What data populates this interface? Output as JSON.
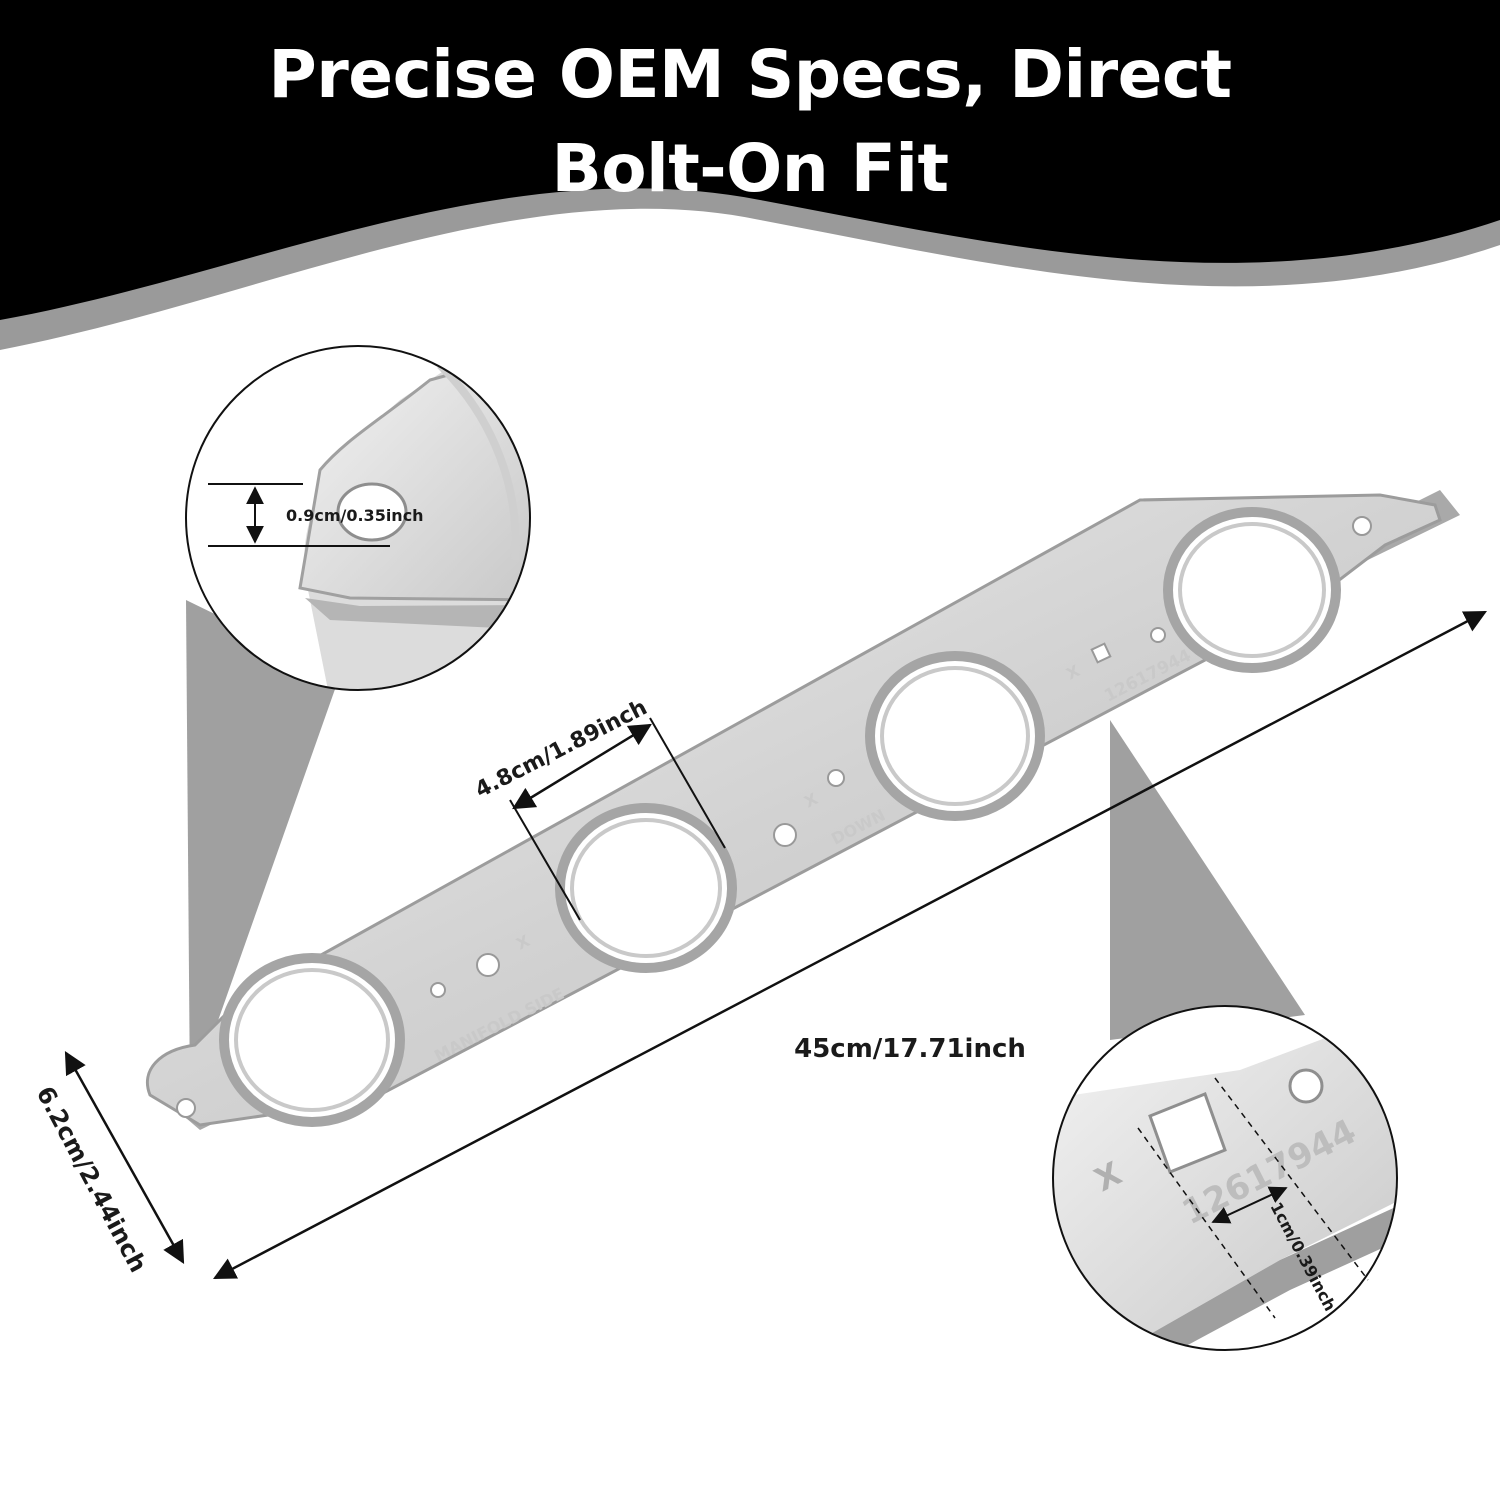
{
  "header": {
    "title_line1": "Precise OEM Specs, Direct",
    "title_line2": "Bolt-On Fit"
  },
  "dimensions": {
    "overall_length": "45cm/17.71inch",
    "width": "6.2cm/2.44inch",
    "port_diameter": "4.8cm/1.89inch",
    "bolt_hole": "0.9cm/0.35inch",
    "slot": "1cm/0.39inch"
  },
  "gasket_stamps": {
    "manifold_side": "MANIFOLD SIDE",
    "down": "DOWN",
    "part_number": "12617944",
    "mark": "X"
  },
  "colors": {
    "header_band": "#000000",
    "swoosh": "#9a9a9a",
    "metal": "#d6d6d6",
    "metal_edge": "#9e9e9e"
  }
}
